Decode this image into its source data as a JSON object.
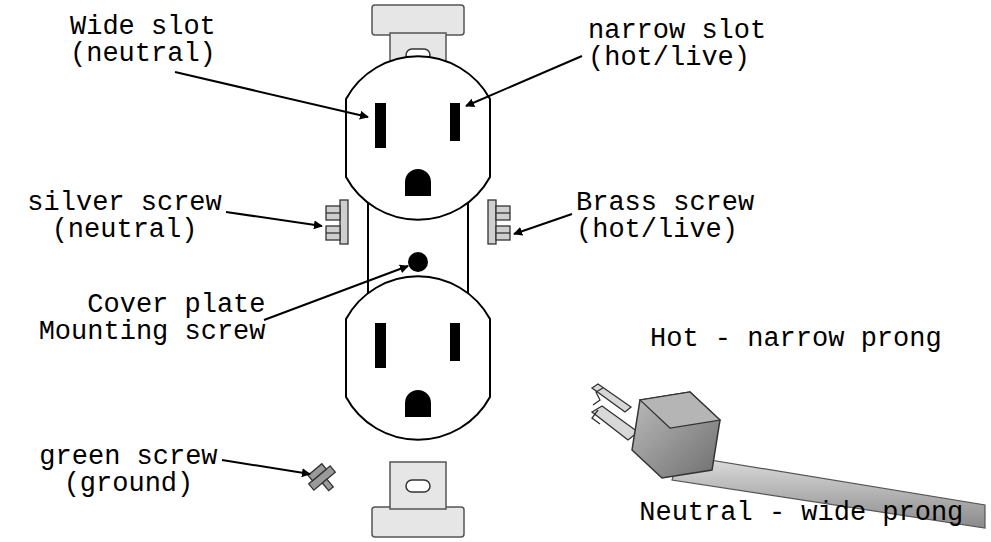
{
  "diagram": {
    "labels": [
      "Wide slot (neutral)",
      "narrow slot (hot/live)",
      "silver screw (neutral)",
      "Brass screw (hot/live)",
      "Cover plate Mounting screw",
      "green screw (ground)",
      "Hot - narrow prong",
      "Neutral - wide prong"
    ]
  }
}
